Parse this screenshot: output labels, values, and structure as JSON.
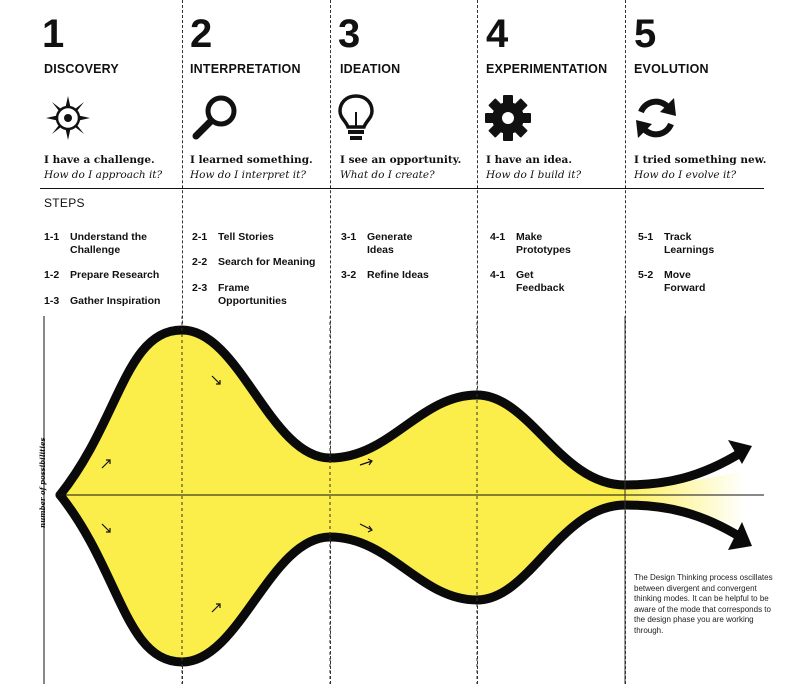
{
  "phases": [
    {
      "number": "1",
      "name": "DISCOVERY",
      "icon": "compass-icon",
      "statement": "I have a challenge.",
      "question": "How do I approach it?"
    },
    {
      "number": "2",
      "name": "INTERPRETATION",
      "icon": "magnifier-icon",
      "statement": "I learned something.",
      "question": "How do I interpret it?"
    },
    {
      "number": "3",
      "name": "IDEATION",
      "icon": "lightbulb-icon",
      "statement": "I see an opportunity.",
      "question": "What do I create?"
    },
    {
      "number": "4",
      "name": "EXPERIMENTATION",
      "icon": "gear-icon",
      "statement": "I have an idea.",
      "question": "How do I build it?"
    },
    {
      "number": "5",
      "name": "EVOLUTION",
      "icon": "refresh-icon",
      "statement": "I tried something new.",
      "question": "How do I evolve it?"
    }
  ],
  "steps_label": "STEPS",
  "steps": [
    [
      {
        "n": "1-1",
        "t": "Understand the Challenge"
      },
      {
        "n": "1-2",
        "t": "Prepare Research"
      },
      {
        "n": "1-3",
        "t": "Gather Inspiration"
      }
    ],
    [
      {
        "n": "2-1",
        "t": "Tell Stories"
      },
      {
        "n": "2-2",
        "t": "Search for Meaning"
      },
      {
        "n": "2-3",
        "t": "Frame Opportunities"
      }
    ],
    [
      {
        "n": "3-1",
        "t": "Generate Ideas"
      },
      {
        "n": "3-2",
        "t": "Refine Ideas"
      }
    ],
    [
      {
        "n": "4-1",
        "t": "Make Prototypes"
      },
      {
        "n": "4-1",
        "t": "Get Feedback"
      }
    ],
    [
      {
        "n": "5-1",
        "t": "Track Learnings"
      },
      {
        "n": "5-2",
        "t": "Move Forward"
      }
    ]
  ],
  "y_axis_label": "number of possibilities",
  "note": "The Design Thinking process oscillates between divergent and convergent thinking modes. It can be helpful to be aware of the mode that corresponds to the design phase you are working through.",
  "colors": {
    "fill": "#fcee4a",
    "stroke": "#0a0a0a"
  }
}
